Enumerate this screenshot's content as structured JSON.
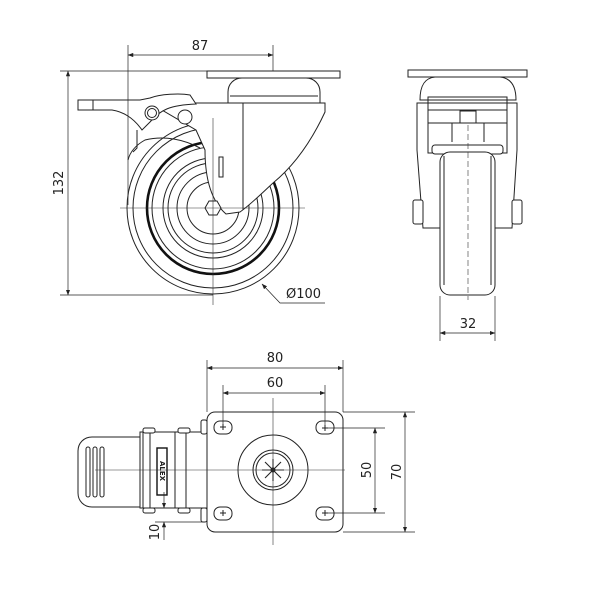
{
  "drawing": {
    "side_view": {
      "dim_offset": "87",
      "dim_height": "132",
      "dim_wheel_diameter": "Ø100"
    },
    "front_view": {
      "dim_wheel_width": "32"
    },
    "top_view": {
      "dim_plate_width": "80",
      "dim_hole_spacing_x": "60",
      "dim_hole_spacing_y": "50",
      "dim_plate_length": "70",
      "dim_brake_offset": "10",
      "brake_logo": "ALEX"
    }
  },
  "colors": {
    "line": "#222222",
    "background": "#ffffff"
  }
}
